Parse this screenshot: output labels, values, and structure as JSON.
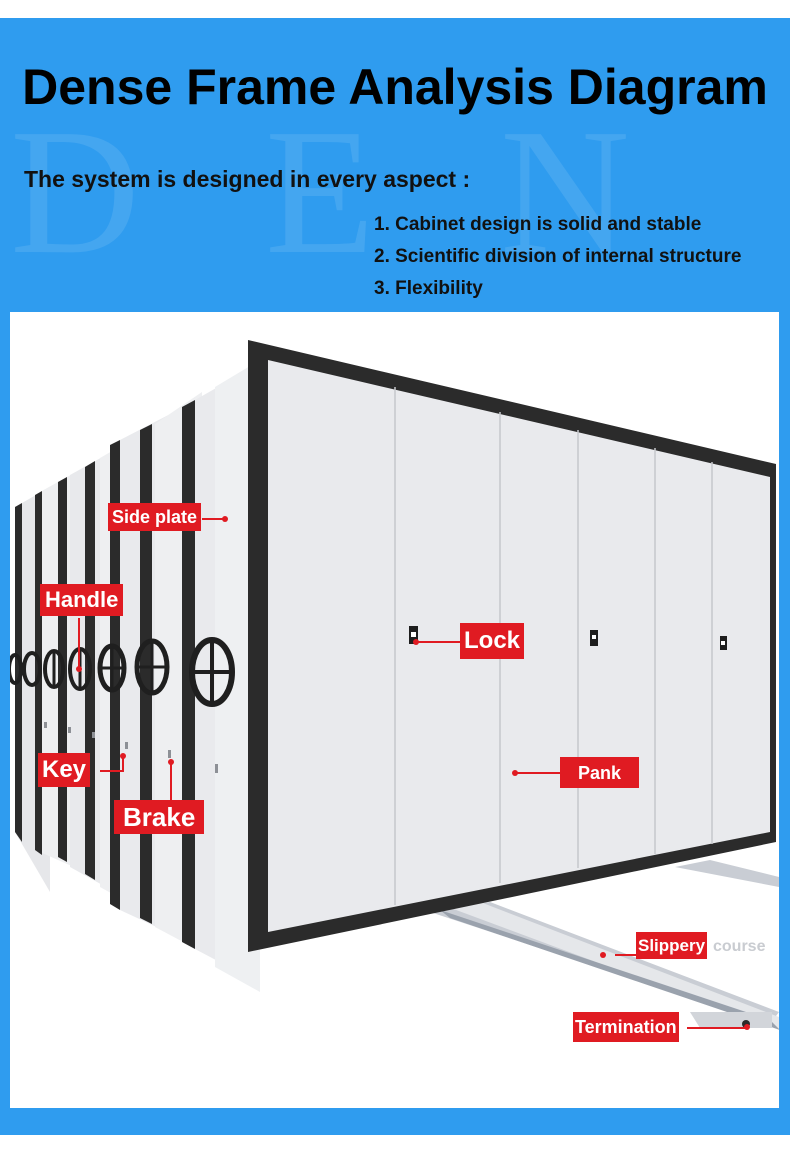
{
  "header": {
    "title": "Dense Frame Analysis Diagram",
    "subtitle": "The system is designed in every aspect :",
    "points": [
      "1. Cabinet design is solid and stable",
      "2. Scientific division of internal structure",
      "3. Flexibility"
    ]
  },
  "labels": {
    "side_plate": "Side plate",
    "handle": "Handle",
    "lock": "Lock",
    "key": "Key",
    "brake": "Brake",
    "pank": "Pank",
    "slippery": "Slippery",
    "slippery_suffix": "course",
    "termination": "Termination"
  },
  "colors": {
    "background": "#2f9cef",
    "callout": "#e01b22",
    "frame": "#2b2b2b",
    "cabinet": "#ebebed"
  }
}
